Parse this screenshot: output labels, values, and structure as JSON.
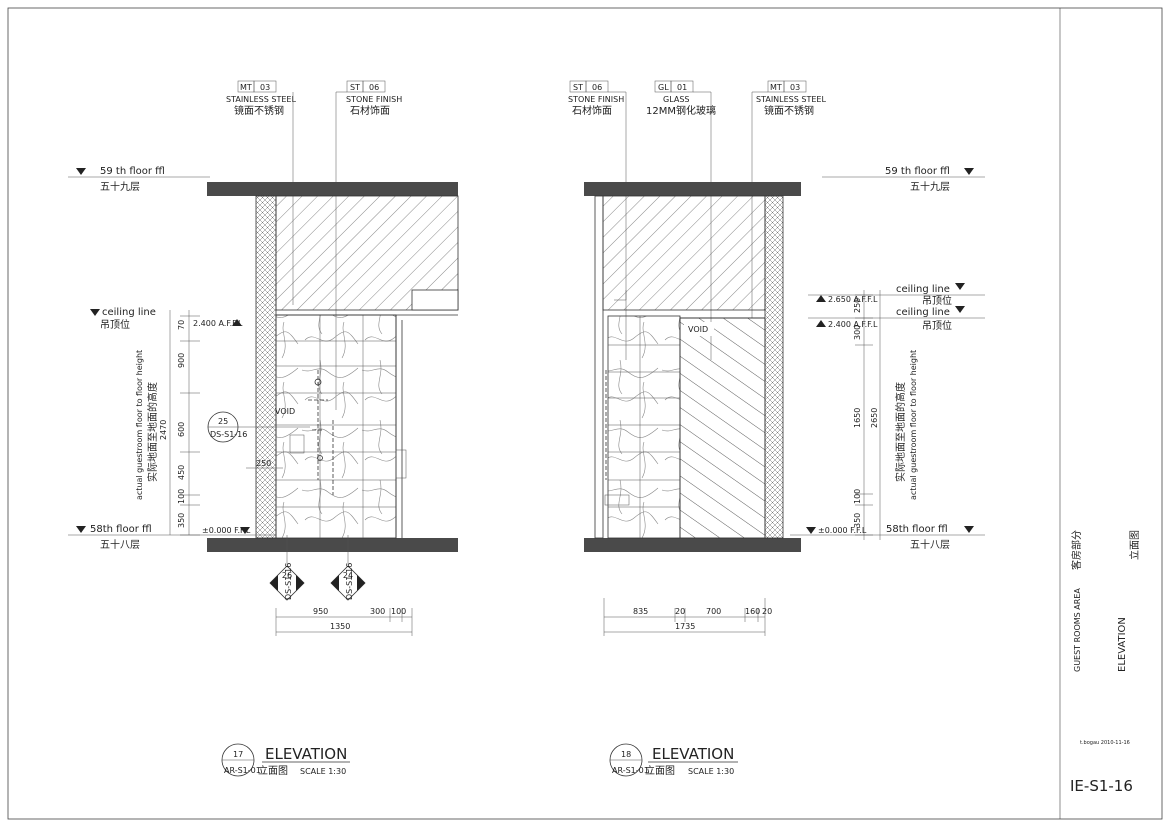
{
  "drawing_no": "IE-S1-16",
  "sidebar": {
    "area_en": "GUEST ROOMS AREA",
    "area_cn": "客房部分",
    "type_en": "ELEVATION",
    "type_cn": "立面图",
    "tiny_note": "t.bogau    2010-11-16"
  },
  "elev17": {
    "num": "17",
    "sheet": "AR-S1-01",
    "title": "ELEVATION",
    "sub_cn": "立面图",
    "scale": "SCALE  1:30",
    "tags": [
      {
        "code": "MT",
        "no": "03",
        "en": "STAINLESS STEEL",
        "cn": "镜面不锈钢"
      },
      {
        "code": "ST",
        "no": "06",
        "en": "STONE FINISH",
        "cn": "石材饰面"
      }
    ],
    "floor_top_en": "59  th  floor  ffl",
    "floor_top_cn": "五十九层",
    "ceiling_en": "ceiling line",
    "ceiling_cn": "吊顶位",
    "floor_bot_en": "58th  floor  ffl",
    "floor_bot_cn": "五十八层",
    "level_ceiling": "2.400  A.F.F.L",
    "level_floor": "±0.000  F.F.L",
    "vertical_label_en": "actual  guestroom  floor  to  floor  height",
    "vertical_label_cn": "实际地面至地面的高度",
    "dims_v": [
      "70",
      "900",
      "600",
      "450",
      "100",
      "350"
    ],
    "dim_total": "2470",
    "void": "VOID",
    "dim_250": "250",
    "callout": {
      "num": "25",
      "sheet": "DS-S1-16"
    },
    "sections": [
      {
        "num": "26",
        "sheet": "DS-S1-16"
      },
      {
        "num": "24",
        "sheet": "DS-S1-16"
      }
    ],
    "dims_h": [
      "950",
      "300",
      "100"
    ],
    "dim_h_total": "1350"
  },
  "elev18": {
    "num": "18",
    "sheet": "AR-S1-01",
    "title": "ELEVATION",
    "sub_cn": "立面图",
    "scale": "SCALE  1:30",
    "tags": [
      {
        "code": "ST",
        "no": "06",
        "en": "STONE FINISH",
        "cn": "石材饰面"
      },
      {
        "code": "GL",
        "no": "01",
        "en": "GLASS",
        "cn": "12MM钢化玻璃"
      },
      {
        "code": "MT",
        "no": "03",
        "en": "STAINLESS STEEL",
        "cn": "镜面不锈钢"
      }
    ],
    "floor_top_en": "59  th  floor  ffl",
    "floor_top_cn": "五十九层",
    "ceiling1_en": "ceiling  line",
    "ceiling1_cn": "吊顶位",
    "ceiling2_en": "ceiling  line",
    "ceiling2_cn": "吊顶位",
    "floor_bot_en": "58th  floor  ffl",
    "floor_bot_cn": "五十八层",
    "level_1": "2.650  A.F.F.L",
    "level_2": "2.400  A.F.F.L",
    "level_floor": "±0.000  F.F.L",
    "vertical_label_en": "actual  guestroom  floor  to  floor  height",
    "vertical_label_cn": "实际地面至地面的高度",
    "dims_v": [
      "250",
      "300",
      "1650",
      "100",
      "350"
    ],
    "dim_total": "2650",
    "void": "VOID",
    "dims_h": [
      "835",
      "20",
      "700",
      "160",
      "20"
    ],
    "dim_h_total": "1735"
  }
}
